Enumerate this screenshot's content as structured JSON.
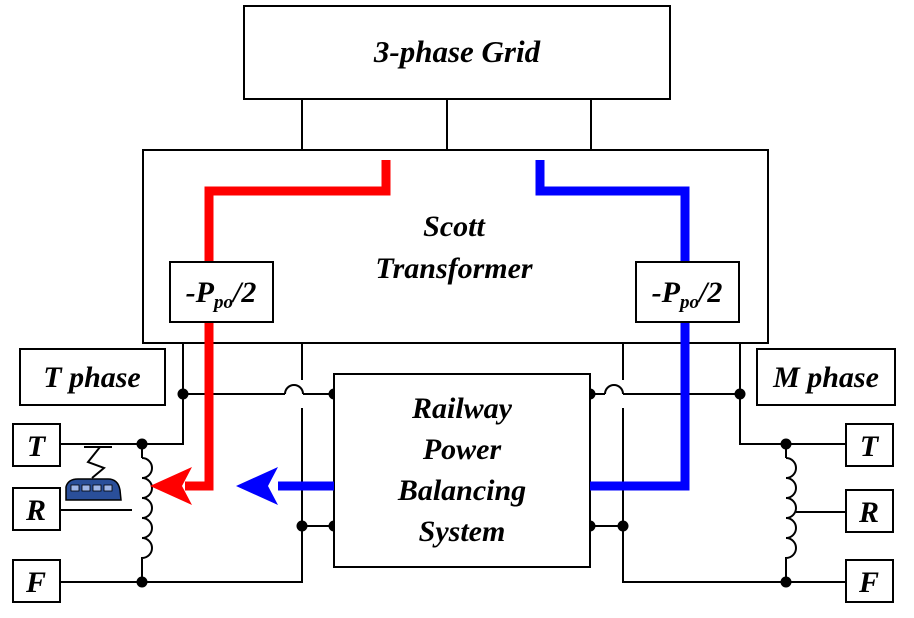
{
  "grid": {
    "label": "3-phase Grid"
  },
  "transformer": {
    "line1": "Scott",
    "line2": "Transformer"
  },
  "power_left": {
    "prefix": "-P",
    "sub": "po",
    "suffix": "/2"
  },
  "power_right": {
    "prefix": "-P",
    "sub": "po",
    "suffix": "/2"
  },
  "t_phase": {
    "label": "T phase"
  },
  "m_phase": {
    "label": "M phase"
  },
  "rpbs": {
    "line1": "Railway",
    "line2": "Power",
    "line3": "Balancing",
    "line4": "System"
  },
  "left_terminals": {
    "t": "T",
    "r": "R",
    "f": "F"
  },
  "right_terminals": {
    "t": "T",
    "r": "R",
    "f": "F"
  },
  "colors": {
    "red_flow": "#ff0000",
    "blue_flow": "#0000ff",
    "train_body": "#2a4f9a",
    "train_window": "#9fb6e8"
  },
  "icons": {
    "train": "train-icon"
  }
}
